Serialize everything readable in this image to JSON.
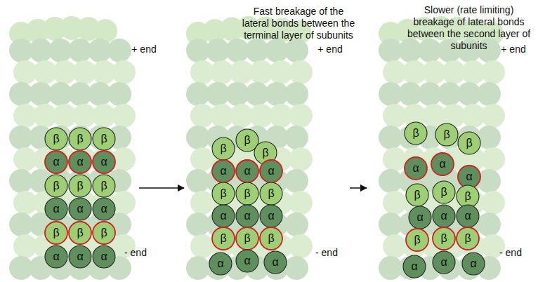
{
  "diagram": {
    "nodes": [
      {
        "text": [
          "β"
        ]
      },
      {
        "text": [
          "β"
        ]
      },
      {
        "text": [
          "β"
        ]
      },
      {
        "text": [
          "α"
        ]
      },
      {
        "text": [
          "α"
        ]
      },
      {
        "text": [
          "α"
        ]
      },
      {
        "text": [
          "β"
        ]
      },
      {
        "text": [
          "β"
        ]
      },
      {
        "text": [
          "β"
        ]
      },
      {
        "text": [
          "α"
        ]
      },
      {
        "text": [
          "α"
        ]
      },
      {
        "text": [
          "α"
        ]
      },
      {
        "text": [
          "β"
        ]
      },
      {
        "text": [
          "β"
        ]
      },
      {
        "text": [
          "β"
        ]
      },
      {
        "text": [
          "α"
        ]
      },
      {
        "text": [
          "α"
        ]
      },
      {
        "text": [
          "α"
        ]
      },
      {
        "text": [
          "β"
        ]
      },
      {
        "text": [
          "β"
        ]
      },
      {
        "text": [
          "β"
        ]
      },
      {
        "text": [
          "α"
        ]
      },
      {
        "text": [
          "α"
        ]
      },
      {
        "text": [
          "α"
        ]
      },
      {
        "text": [
          "β"
        ]
      },
      {
        "text": [
          "β"
        ]
      },
      {
        "text": [
          "β"
        ]
      },
      {
        "text": [
          "α"
        ]
      },
      {
        "text": [
          "α"
        ]
      },
      {
        "text": [
          "α"
        ]
      },
      {
        "text": [
          "β"
        ]
      },
      {
        "text": [
          "β"
        ]
      },
      {
        "text": [
          "β"
        ]
      },
      {
        "text": [
          "α"
        ]
      },
      {
        "text": [
          "α"
        ]
      },
      {
        "text": [
          "α"
        ]
      },
      {
        "text": [
          "β"
        ]
      },
      {
        "text": [
          "β"
        ]
      },
      {
        "text": [
          "β"
        ]
      },
      {
        "text": [
          "α"
        ]
      },
      {
        "text": [
          "α"
        ]
      },
      {
        "text": [
          "α"
        ]
      },
      {
        "text": [
          "β"
        ]
      },
      {
        "text": [
          "β"
        ]
      },
      {
        "text": [
          "β"
        ]
      },
      {
        "text": [
          "α"
        ]
      },
      {
        "text": [
          "α"
        ]
      },
      {
        "text": [
          "α"
        ]
      },
      {
        "text": [
          "β"
        ]
      },
      {
        "text": [
          "β"
        ]
      },
      {
        "text": [
          "β"
        ]
      },
      {
        "text": [
          "α"
        ]
      },
      {
        "text": [
          "α"
        ]
      },
      {
        "text": [
          "α"
        ]
      }
    ],
    "labels": [
      "Fast breakage of the lateral bonds between the terminal layer of subunits",
      "Slower (rate limiting) breakage of lateral bonds between the second layer of subunits",
      "+ end",
      "- end",
      "+ end",
      "- end",
      "+ end",
      "- end"
    ]
  }
}
